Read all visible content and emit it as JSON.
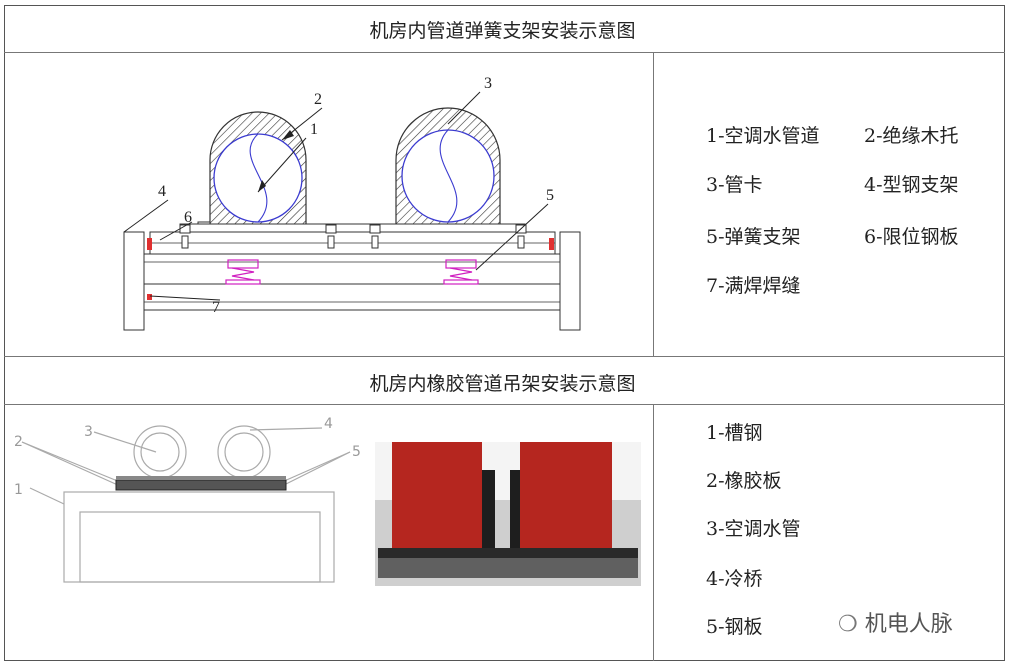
{
  "top_section": {
    "title": "机房内管道弹簧支架安装示意图",
    "callouts": [
      "1",
      "2",
      "3",
      "4",
      "5",
      "6",
      "7"
    ],
    "legend": {
      "item1": "1-空调水管道",
      "item2": "2-绝缘木托",
      "item3": "3-管卡",
      "item4": "4-型钢支架",
      "item5": "5-弹簧支架",
      "item6": "6-限位钢板",
      "item7": "7-满焊焊缝"
    }
  },
  "bottom_section": {
    "title": "机房内橡胶管道吊架安装示意图",
    "callouts": [
      "1",
      "2",
      "3",
      "4",
      "5"
    ],
    "legend": {
      "item1": "1-槽钢",
      "item2": "2-橡胶板",
      "item3": "3-空调水管",
      "item4": "4-冷桥",
      "item5": "5-钢板"
    }
  },
  "watermark": "机电人脉",
  "colors": {
    "pipe_circle": "#3b3bd0",
    "spring": "#d020c0",
    "weld": "#e03030",
    "pipe_photo": "#b5261f"
  }
}
